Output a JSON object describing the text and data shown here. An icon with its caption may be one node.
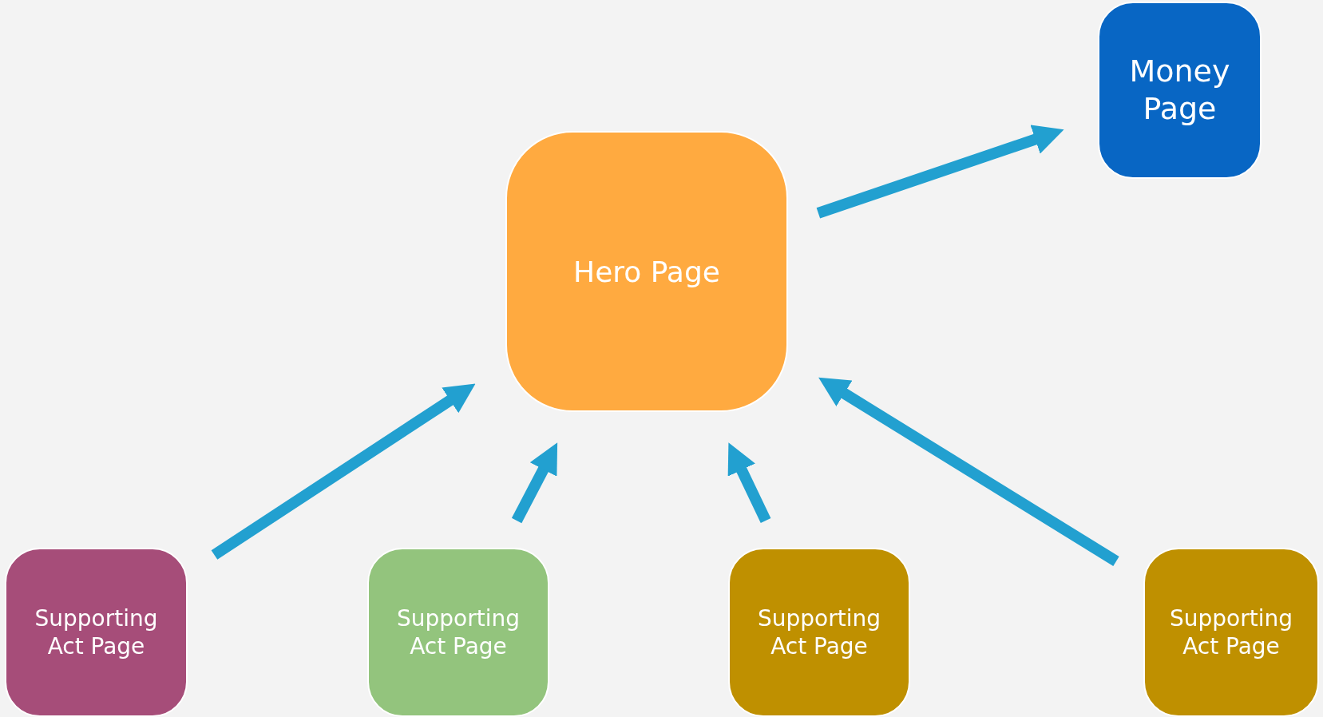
{
  "diagram": {
    "nodes": [
      {
        "text": [
          "Money Page"
        ]
      },
      {
        "text": [
          "Hero Page"
        ]
      },
      {
        "text": [
          "Supporting Act Page"
        ]
      },
      {
        "text": [
          "Supporting Act Page"
        ]
      },
      {
        "text": [
          "Supporting Act Page"
        ]
      },
      {
        "text": [
          "Supporting Act Page"
        ]
      }
    ],
    "edges": [
      {
        "from": 1,
        "to": 0,
        "arrow": "to"
      },
      {
        "from": 2,
        "to": 1,
        "arrow": "to"
      },
      {
        "from": 3,
        "to": 1,
        "arrow": "to"
      },
      {
        "from": 4,
        "to": 1,
        "arrow": "to"
      },
      {
        "from": 5,
        "to": 1,
        "arrow": "to"
      }
    ]
  }
}
